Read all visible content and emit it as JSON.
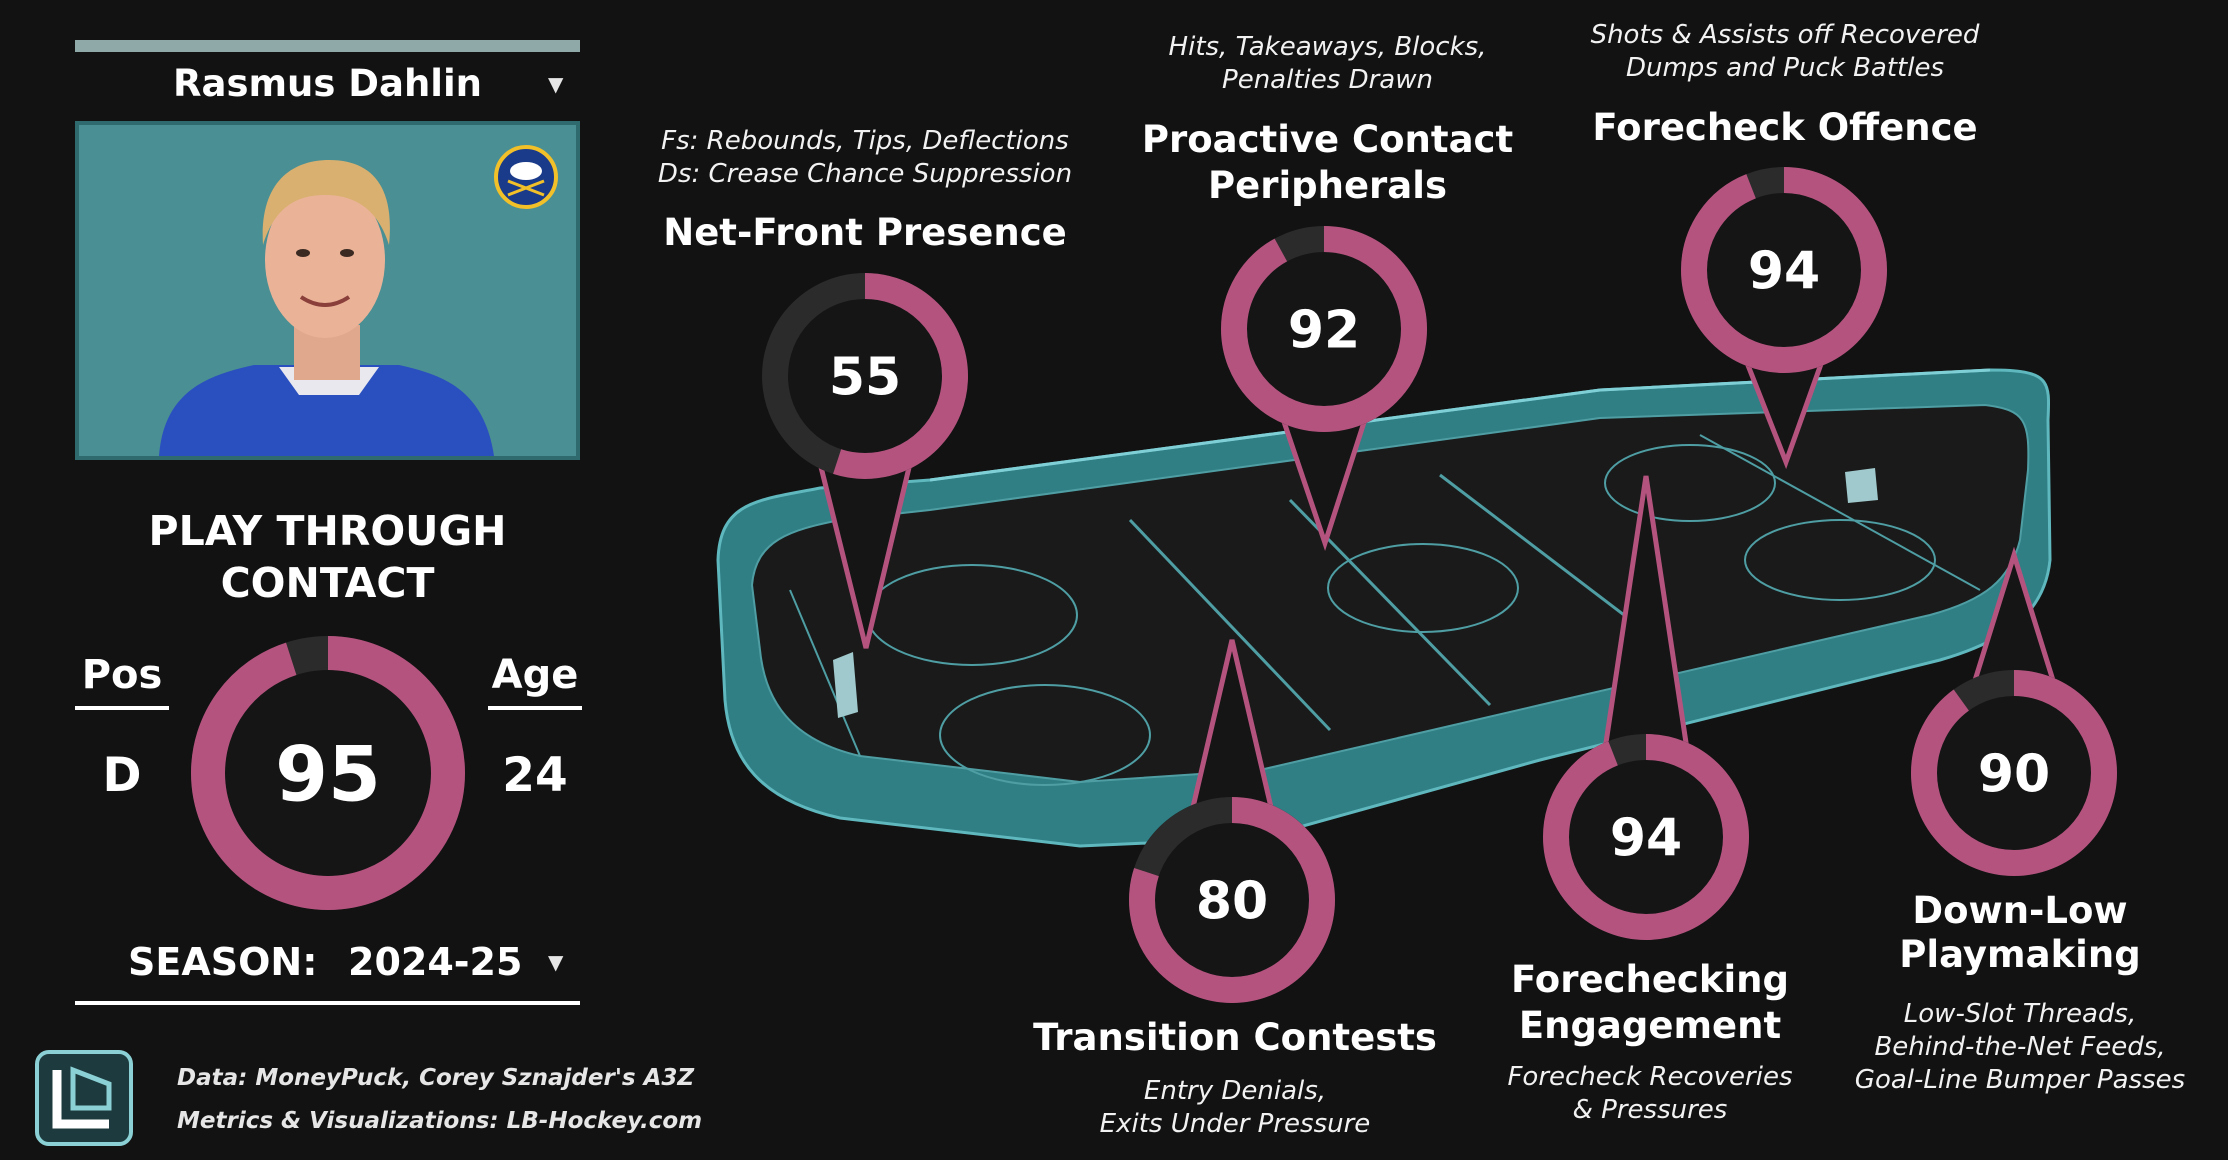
{
  "player": {
    "name": "Rasmus Dahlin",
    "pos_label": "Pos",
    "pos": "D",
    "age_label": "Age",
    "age": "24",
    "score": 95,
    "team_logo_icon": "buffalo-sabres-logo"
  },
  "metric_title": "PLAY THROUGH CONTACT",
  "season": {
    "label": "SEASON:",
    "value": "2024-25"
  },
  "credits": {
    "data": "Data: MoneyPuck, Corey Sznajder's A3Z",
    "metrics": "Metrics & Visualizations: LB-Hockey.com"
  },
  "brand_logo_icon": "lb-hockey-logo",
  "colors": {
    "ring": "#b5537f",
    "ring_track": "#2b2b2b",
    "rink": "#4a9aa0",
    "background": "#121212"
  },
  "metrics": {
    "net_front": {
      "title": "Net-Front Presence",
      "sub1": "Fs: Rebounds, Tips, Deflections",
      "sub2": "Ds: Crease Chance Suppression",
      "value": 55
    },
    "proactive": {
      "title1": "Proactive Contact",
      "title2": "Peripherals",
      "sub1": "Hits, Takeaways, Blocks,",
      "sub2": "Penalties Drawn",
      "value": 92
    },
    "forecheck_offence": {
      "title": "Forecheck Offence",
      "sub1": "Shots & Assists off Recovered",
      "sub2": "Dumps and Puck Battles",
      "value": 94
    },
    "transition": {
      "title": "Transition Contests",
      "sub1": "Entry Denials,",
      "sub2": "Exits Under Pressure",
      "value": 80
    },
    "forechecking_engagement": {
      "title1": "Forechecking",
      "title2": "Engagement",
      "sub1": "Forecheck Recoveries",
      "sub2": "& Pressures",
      "value": 94
    },
    "down_low": {
      "title1": "Down-Low",
      "title2": "Playmaking",
      "sub1": "Low-Slot Threads,",
      "sub2": "Behind-the-Net Feeds,",
      "sub3": "Goal-Line Bumper Passes",
      "value": 90
    }
  }
}
